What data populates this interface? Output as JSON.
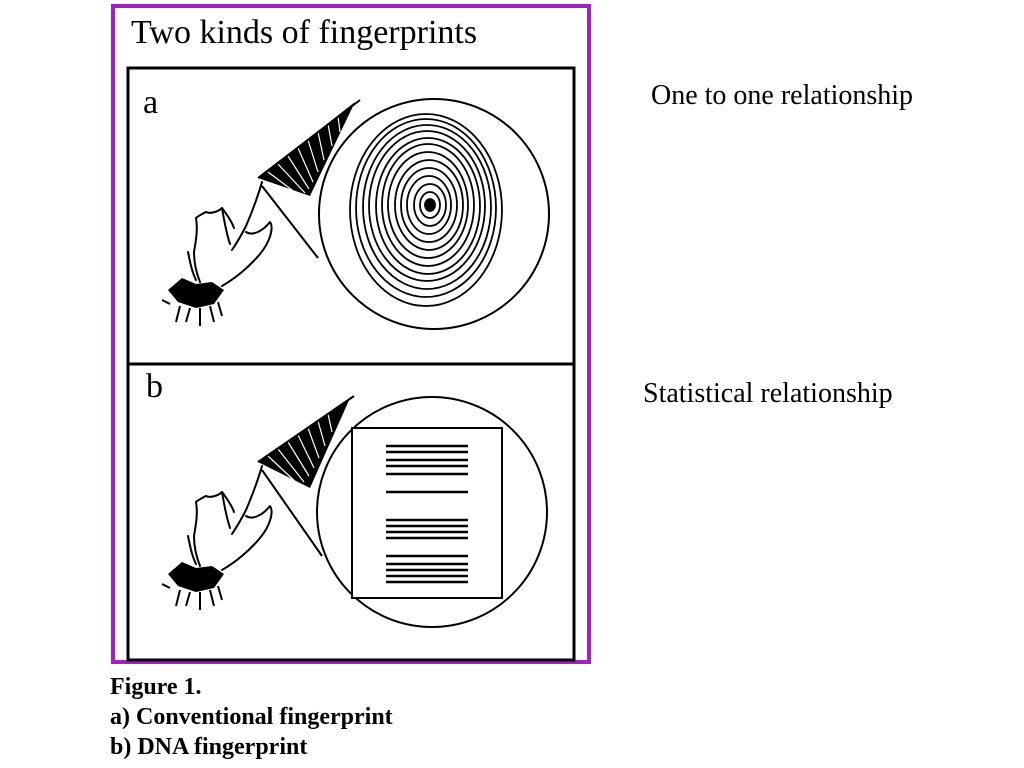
{
  "figure": {
    "title": "Two kinds of fingerprints",
    "panel_a_letter": "a",
    "panel_b_letter": "b",
    "frame_color": "#a020c0"
  },
  "notes": {
    "a": "One to one relationship",
    "b": "Statistical relationship"
  },
  "caption": {
    "line1": "Figure 1.",
    "line2": "a)  Conventional fingerprint",
    "line3": "b)  DNA fingerprint"
  },
  "icons": {
    "hand": "hand-icon",
    "fingerprint": "fingerprint-icon",
    "dna_bands": "dna-bands-icon"
  }
}
